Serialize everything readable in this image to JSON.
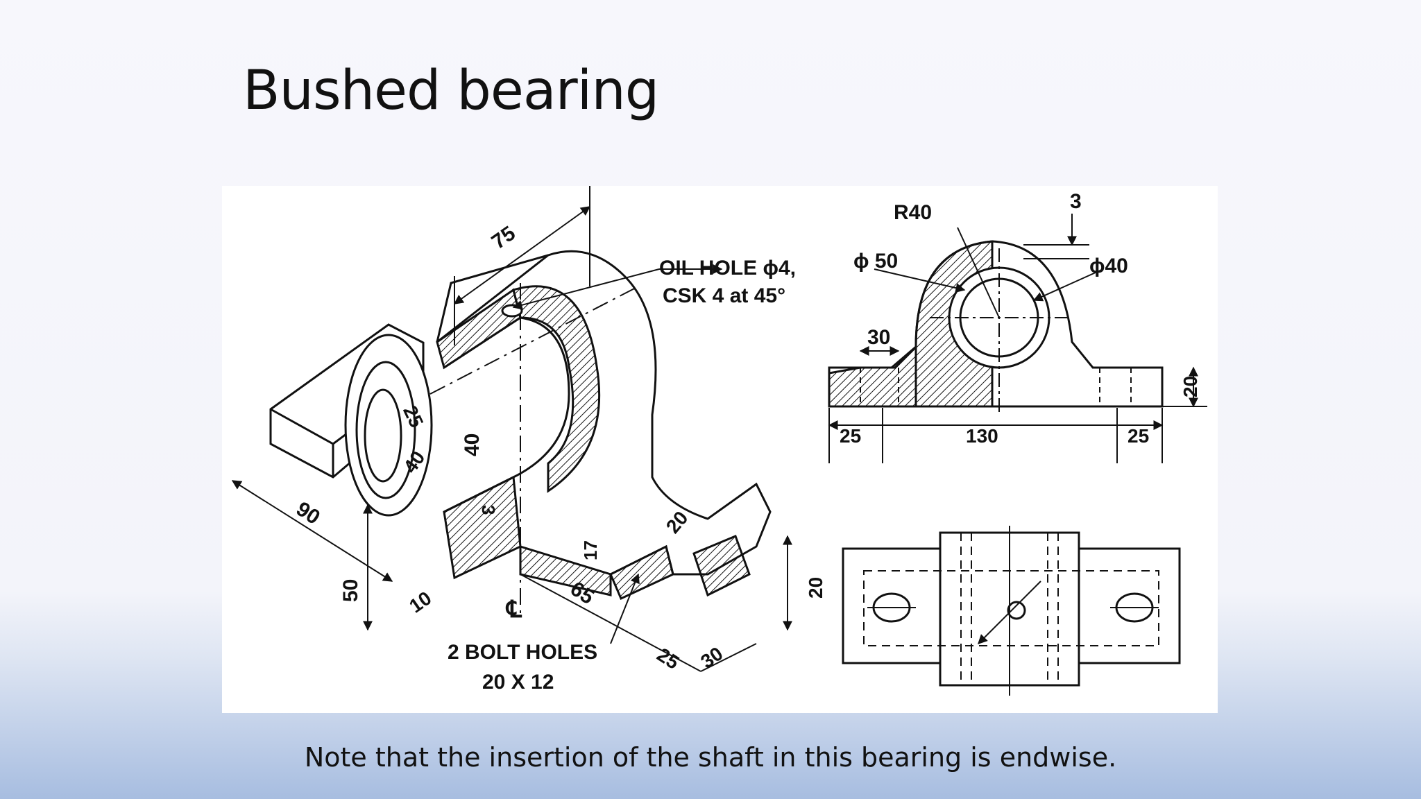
{
  "slide": {
    "title": "Bushed bearing",
    "note": "Note that the insertion of the shaft in this bearing is endwise."
  },
  "drawing": {
    "iso": {
      "d75": "75",
      "oil1": "OIL HOLE ϕ4,",
      "oil2": "CSK 4 at 45°",
      "d25": "25",
      "d40": "40",
      "d40b": "40",
      "d3": "3",
      "d90": "90",
      "d50": "50",
      "d10": "10",
      "cl": "℄",
      "d65": "65",
      "d17": "17",
      "d20": "20",
      "d20b": "20",
      "d25b": "25",
      "d30": "30",
      "bolt1": "2 BOLT HOLES",
      "bolt2": "20 X 12"
    },
    "front": {
      "r40": "R40",
      "d3": "3",
      "phi50": "ϕ 50",
      "phi40": "ϕ40",
      "d30": "30",
      "d20": "20",
      "d25a": "25",
      "d130": "130",
      "d25b": "25"
    }
  }
}
